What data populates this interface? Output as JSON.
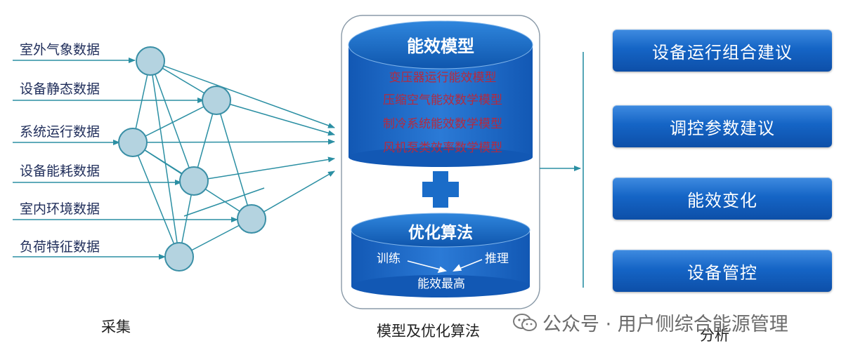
{
  "inputs": {
    "items": [
      "室外气象数据",
      "设备静态数据",
      "系统运行数据",
      "设备能耗数据",
      "室内环境数据",
      "负荷特征数据"
    ]
  },
  "model": {
    "title": "能效模型",
    "items": [
      "变压器运行能效模型",
      "压缩空气能效数学模型",
      "制冷系统能效数学模型",
      "风机泵类效率数学模型"
    ]
  },
  "optimization": {
    "title": "优化算法",
    "train": "训练",
    "infer": "推理",
    "goal": "能效最高"
  },
  "outputs": {
    "items": [
      "设备运行组合建议",
      "调控参数建议",
      "能效变化",
      "设备管控"
    ]
  },
  "footer": {
    "collect": "采集",
    "model": "模型及优化算法",
    "analysis": "分析"
  },
  "watermark": {
    "text": "公众号 · 用户侧综合能源管理",
    "icon": "wechat-icon"
  },
  "colors": {
    "line": "#2b8fa3",
    "node_fill": "#b4d3e0",
    "node_stroke": "#3a8fa6",
    "box_blue": "#1565c6",
    "model_text": "#b52a3e"
  }
}
